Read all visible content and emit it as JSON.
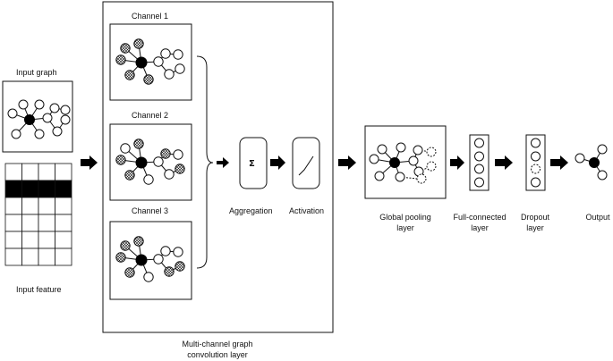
{
  "labels": {
    "input_graph": "Input graph",
    "input_feature": "Input feature",
    "channel_1": "Channel 1",
    "channel_2": "Channel 2",
    "channel_3": "Channel 3",
    "sum_symbol": "Σ",
    "aggregation": "Aggregation",
    "activation": "Activation",
    "multi_channel_line1": "Multi-channel graph",
    "multi_channel_line2": "convolution layer",
    "global_pooling_line1": "Global pooling",
    "global_pooling_line2": "layer",
    "full_connected_line1": "Full-connected",
    "full_connected_line2": "layer",
    "dropout_line1": "Dropout",
    "dropout_line2": "layer",
    "output": "Output"
  },
  "feature_matrix": {
    "rows": 6,
    "cols": 4,
    "black_row": 1
  }
}
